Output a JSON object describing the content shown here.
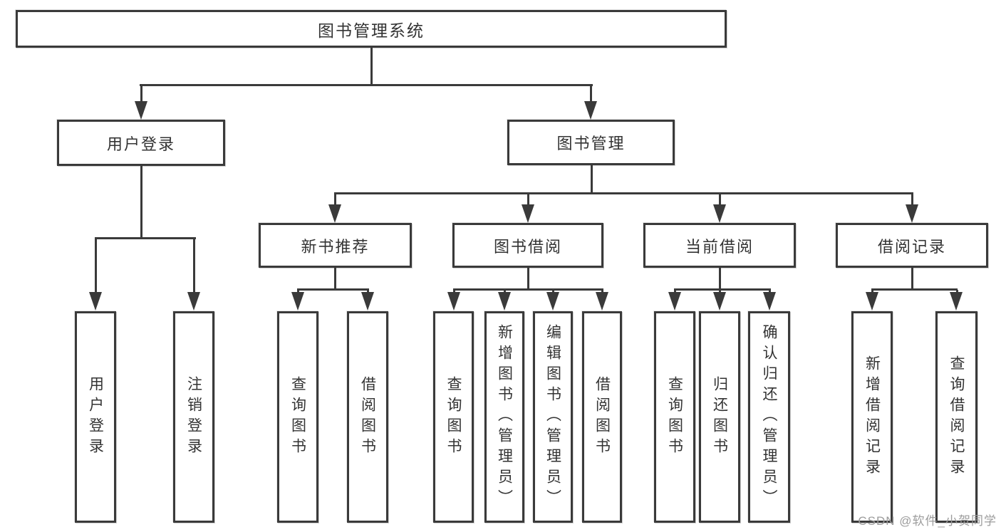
{
  "tree": {
    "root": {
      "label": "图书管理系统"
    },
    "login": {
      "label": "用户登录",
      "children": [
        "用户登录",
        "注销登录"
      ]
    },
    "management": {
      "label": "图书管理",
      "groups": [
        {
          "label": "新书推荐",
          "children": [
            "查询图书",
            "借阅图书"
          ]
        },
        {
          "label": "图书借阅",
          "children": [
            "查询图书",
            "新增图书（管理员）",
            "编辑图书（管理员）",
            "借阅图书"
          ]
        },
        {
          "label": "当前借阅",
          "children": [
            "查询图书",
            "归还图书",
            "确认归还（管理员）"
          ]
        },
        {
          "label": "借阅记录",
          "children": [
            "新增借阅记录",
            "查询借阅记录"
          ]
        }
      ]
    }
  },
  "watermark": {
    "text": "CSDN @软件_小贺同学"
  },
  "colors": {
    "line": "#3a3a3a",
    "box_border": "#3a3a3a",
    "text": "#333333",
    "background": "#ffffff",
    "watermark": "#9c9c9c"
  }
}
